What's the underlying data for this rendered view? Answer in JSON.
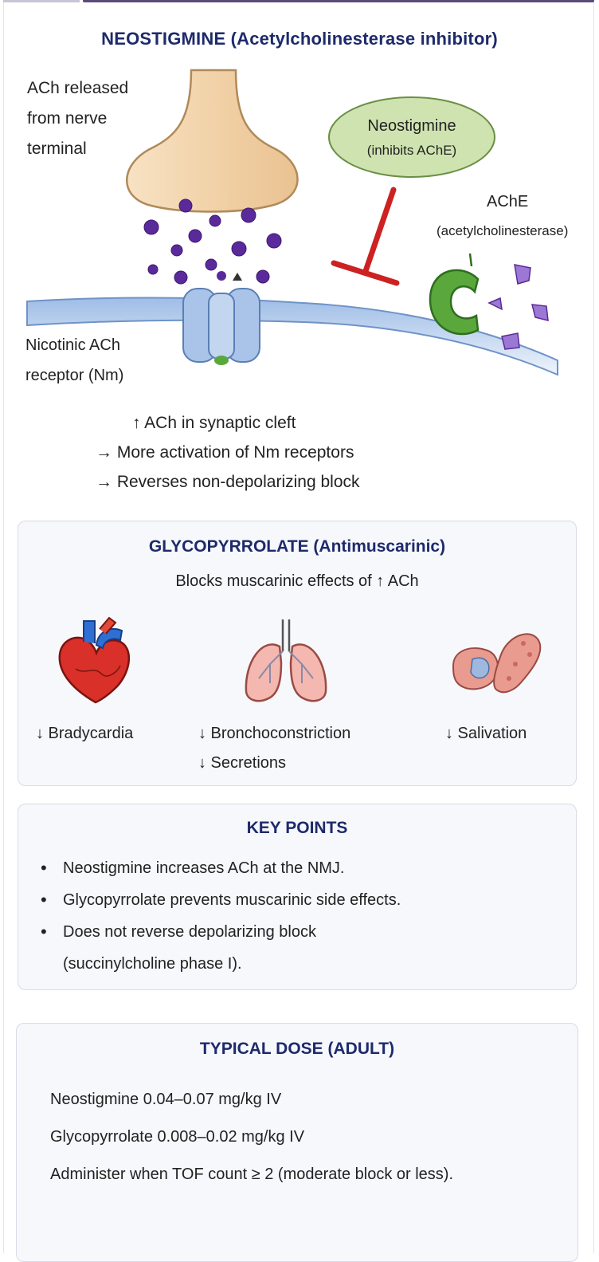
{
  "title": "NEOSTIGMINE (Acetylcholinesterase inhibitor)",
  "synapse": {
    "release_label_lines": [
      "ACh released",
      "from nerve",
      "terminal"
    ],
    "neostigmine_bubble_title": "Neostigmine",
    "neostigmine_bubble_sub": "(inhibits AChE)",
    "ache_label": "AChE",
    "ache_full": "(acetylcholinesterase)",
    "receptor_label_lines": [
      "Nicotinic ACh",
      "receptor (Nm)"
    ],
    "effects": [
      "↑ ACh in synaptic cleft",
      "→ More activation of Nm receptors",
      "→ Reverses non-depolarizing block"
    ]
  },
  "glyco": {
    "title": "GLYCOPYRROLATE (Antimuscarinic)",
    "subtitle": "Blocks muscarinic effects of ↑ ACh",
    "organs": [
      {
        "icon": "heart-icon",
        "lines": [
          "↓ Bradycardia"
        ]
      },
      {
        "icon": "lungs-icon",
        "lines": [
          "↓ Bronchoconstriction",
          "↓ Secretions"
        ]
      },
      {
        "icon": "salivary-gland-icon",
        "lines": [
          "↓ Salivation"
        ]
      }
    ]
  },
  "key_points": {
    "title": "KEY POINTS",
    "items": [
      "Neostigmine increases ACh at the NMJ.",
      "Glycopyrrolate prevents muscarinic side effects.",
      "Does not reverse depolarizing block (succinylcholine phase I)."
    ]
  },
  "dose": {
    "title": "TYPICAL DOSE (ADULT)",
    "lines": [
      "Neostigmine 0.04–0.07 mg/kg IV",
      "Glycopyrrolate 0.008–0.02 mg/kg IV",
      "Administer when TOF count ≥ 2 (moderate block or less)."
    ]
  },
  "colors": {
    "title": "#1d2a6b",
    "ach_dot": "#5b2a9a",
    "inhibit_bar": "#cc2222",
    "neostigmine_bubble": "#cfe3b0",
    "ache_enzyme": "#5aa83c",
    "receptor": "#a9c4e8",
    "membrane": "#b9cfec",
    "nerve_terminal": "#f2d2a8"
  }
}
